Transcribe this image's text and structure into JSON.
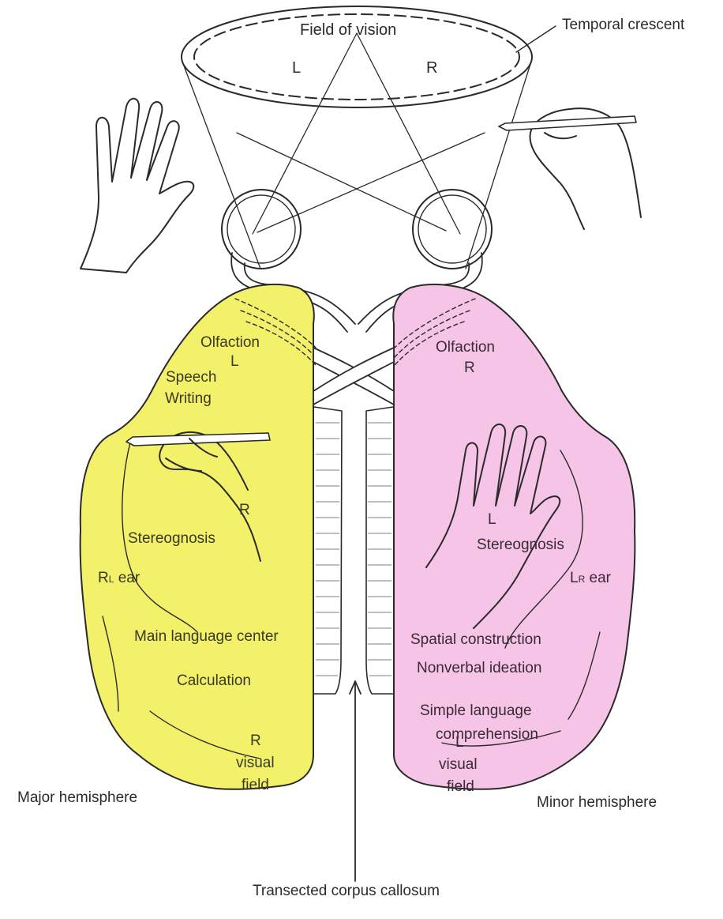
{
  "colors": {
    "major_hemisphere_fill": "#f3f06a",
    "minor_hemisphere_fill": "#f5c4e6",
    "line": "#2a2a2a",
    "text": "#2b2b2b"
  },
  "icons": [
    "left-hand-icon",
    "right-hand-with-pencil-icon",
    "pencil-icon",
    "eye-icon",
    "brain-hemisphere-icon"
  ],
  "labels": {
    "field_of_vision": "Field of vision",
    "temporal_crescent": "Temporal crescent",
    "field_L": "L",
    "field_R": "R",
    "olfaction_left": "Olfaction",
    "olfaction_left_side": "L",
    "olfaction_right": "Olfaction",
    "olfaction_right_side": "R",
    "speech": "Speech",
    "writing": "Writing",
    "hand_R": "R",
    "hand_L": "L",
    "stereognosis_left": "Stereognosis",
    "stereognosis_right": "Stereognosis",
    "ear_left_big": "R",
    "ear_left_small": "L",
    "ear_left_word": "ear",
    "ear_right_big": "L",
    "ear_right_small": "R",
    "ear_right_word": "ear",
    "main_language_center": "Main language center",
    "calculation": "Calculation",
    "spatial_construction": "Spatial construction",
    "nonverbal_ideation": "Nonverbal ideation",
    "simple_language": "Simple language",
    "comprehension": "comprehension",
    "visual_field_left_side": "R",
    "visual_field_left_word": "visual",
    "visual_field_left_word2": "field",
    "visual_field_right_side": "L",
    "visual_field_right_word": "visual",
    "visual_field_right_word2": "field",
    "major_hemisphere": "Major hemisphere",
    "minor_hemisphere": "Minor hemisphere",
    "transected_corpus_callosum": "Transected corpus callosum"
  }
}
